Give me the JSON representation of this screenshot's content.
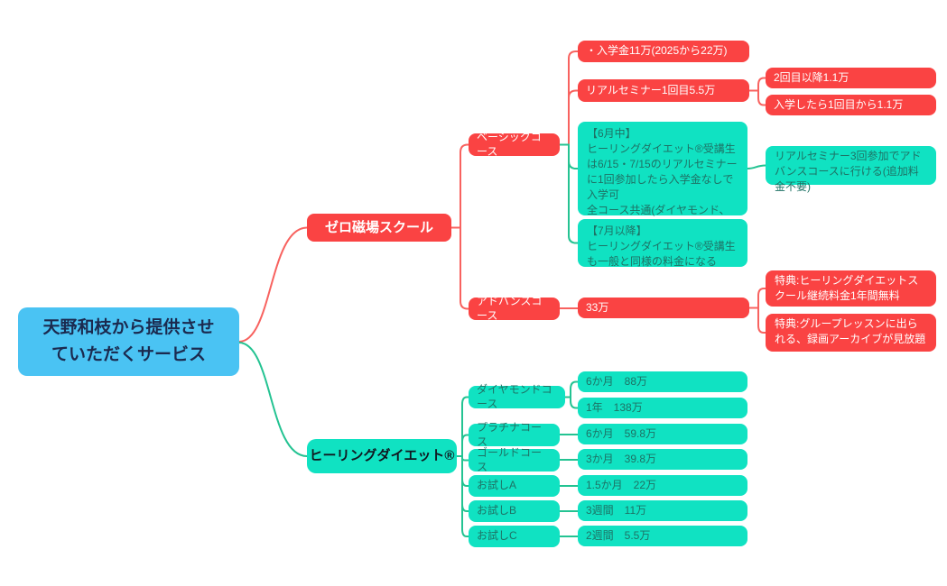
{
  "palette": {
    "root-bg": "#4ac3f3",
    "root-text": "#1b2a4f",
    "red": "#fa4343",
    "red-text": "#ffffff",
    "teal": "#10e2c2",
    "teal-text": "#1e7265",
    "teal-node-text": "#101820",
    "line-red": "#f8625f",
    "line-green": "#24c392",
    "page-bg": "#ffffff"
  },
  "root": {
    "label": "天野和枝から提供させ\nていただくサービス"
  },
  "branches": {
    "zero_school": {
      "label": "ゼロ磁場スクール"
    },
    "healing_diet": {
      "label": "ヒーリングダイエット®"
    }
  },
  "zero": {
    "basic_course": {
      "label": "ベーシックコース"
    },
    "advance_course": {
      "label": "アドバンスコース"
    },
    "admission": "・入学金11万(2025から22万)",
    "real_seminar": "リアルセミナー1回目5.5万",
    "second_time": "2回目以降1.1万",
    "after_enroll": "入学したら1回目から1.1万",
    "june": "【6月中】\nヒーリングダイエット®受講生は6/15・7/15のリアルセミナーに1回参加したら入学金なしで入学可\n全コース共通(ダイヤモンド、プラチナ、ゴールド)",
    "june_bonus": "リアルセミナー3回参加でアドバンスコースに行ける(追加料金不要)",
    "july": "【7月以降】\nヒーリングダイエット®受講生も一般と同様の料金になる",
    "price_33": "33万",
    "benefit1": "特典:ヒーリングダイエットスクール継続料金1年間無料",
    "benefit2": "特典:グループレッスンに出られる、録画アーカイブが見放題"
  },
  "healing_courses": [
    {
      "name": "ダイヤモンドコース",
      "prices": [
        "6か月　88万",
        "1年　138万"
      ]
    },
    {
      "name": "プラチナコース",
      "prices": [
        "6か月　59.8万"
      ]
    },
    {
      "name": "ゴールドコース",
      "prices": [
        "3か月　39.8万"
      ]
    },
    {
      "name": "お試しA",
      "prices": [
        "1.5か月　22万"
      ]
    },
    {
      "name": "お試しB",
      "prices": [
        "3週間　11万"
      ]
    },
    {
      "name": "お試しC",
      "prices": [
        "2週間　5.5万"
      ]
    }
  ]
}
